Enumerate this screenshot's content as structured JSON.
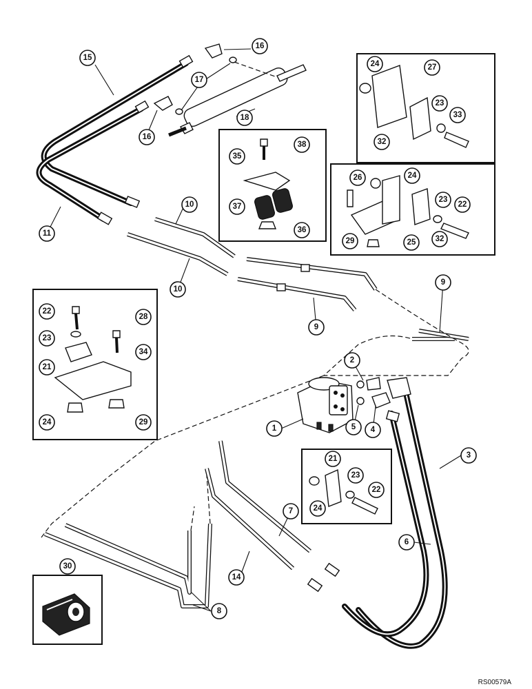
{
  "reference_code": "RS00579A",
  "callouts": {
    "c1": "1",
    "c2": "2",
    "c3": "3",
    "c4": "4",
    "c5": "5",
    "c6": "6",
    "c7": "7",
    "c8": "8",
    "c9a": "9",
    "c9b": "9",
    "c10a": "10",
    "c10b": "10",
    "c11": "11",
    "c14": "14",
    "c15": "15",
    "c16a": "16",
    "c16b": "16",
    "c17": "17",
    "c18": "18",
    "c21a": "21",
    "c21b": "21",
    "c22a": "22",
    "c22b": "22",
    "c22c": "22",
    "c23a": "23",
    "c23b": "23",
    "c23c": "23",
    "c23d": "23",
    "c24a": "24",
    "c24b": "24",
    "c24c": "24",
    "c24d": "24",
    "c25": "25",
    "c26": "26",
    "c27": "27",
    "c28": "28",
    "c29a": "29",
    "c29b": "29",
    "c30": "30",
    "c32a": "32",
    "c32b": "32",
    "c33": "33",
    "c34": "34",
    "c35": "35",
    "c36": "36",
    "c37": "37",
    "c38": "38"
  }
}
